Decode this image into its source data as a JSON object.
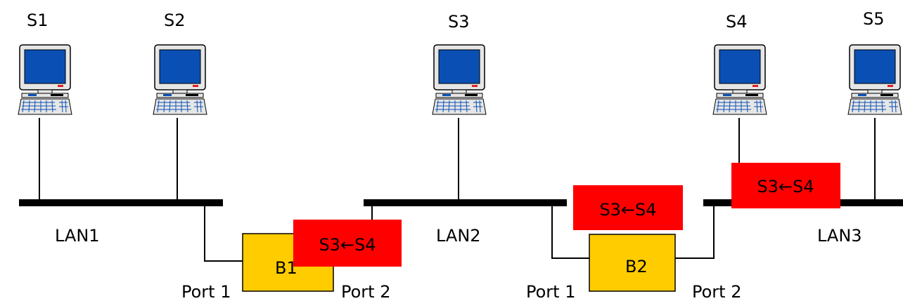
{
  "stations": [
    {
      "label": "S1",
      "icon": "desktop-computer-icon"
    },
    {
      "label": "S2",
      "icon": "desktop-computer-icon"
    },
    {
      "label": "S3",
      "icon": "desktop-computer-icon"
    },
    {
      "label": "S4",
      "icon": "desktop-computer-icon"
    },
    {
      "label": "S5",
      "icon": "desktop-computer-icon"
    }
  ],
  "lans": [
    {
      "label": "LAN1"
    },
    {
      "label": "LAN2"
    },
    {
      "label": "LAN3"
    }
  ],
  "bridges": [
    {
      "label": "B1",
      "port1": "Port 1",
      "port2": "Port 2"
    },
    {
      "label": "B2",
      "port1": "Port 1",
      "port2": "Port 2"
    }
  ],
  "frames": [
    {
      "label": "S3←S4"
    },
    {
      "label": "S3←S4"
    },
    {
      "label": "S3←S4"
    }
  ],
  "colors": {
    "bridge_fill": "#ffcc00",
    "frame_fill": "#ff0000",
    "screen": "#0a50b4",
    "computer_body": "#e6e6e6",
    "lan_bus": "#000000"
  }
}
